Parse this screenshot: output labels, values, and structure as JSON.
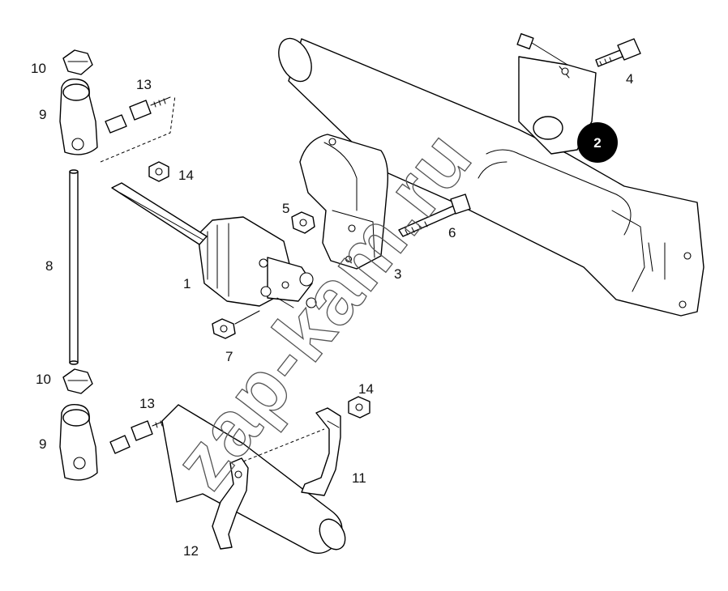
{
  "diagram": {
    "callouts": {
      "c1": "1",
      "c2": "2",
      "c3": "3",
      "c4": "4",
      "c5": "5",
      "c6": "6",
      "c7": "7",
      "c8": "8",
      "c9_top": "9",
      "c9_bottom": "9",
      "c10_top": "10",
      "c10_bottom": "10",
      "c11": "11",
      "c12": "12",
      "c13_top": "13",
      "c13_bottom": "13",
      "c14_top": "14",
      "c14_bottom": "14"
    },
    "highlighted_callout": "2",
    "highlight_color": "#000000",
    "line_color": "#000000",
    "background_color": "#ffffff"
  },
  "watermark": {
    "text": "zap-kam.ru"
  }
}
